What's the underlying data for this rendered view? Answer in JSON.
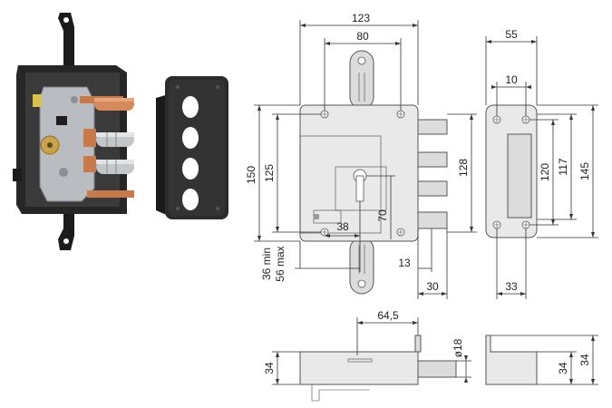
{
  "front_view": {
    "width_overall": "123",
    "width_inner": "80",
    "height_overall": "150",
    "height_inner": "125",
    "height_right": "128",
    "keyhole_height": "70",
    "keyhole_offset": "38",
    "backset_min": "36 min",
    "backset_max": "56 max",
    "bolt_gap": "13",
    "bolt_projection": "30"
  },
  "side_view": {
    "width": "55",
    "hole_offset": "10",
    "height_a": "120",
    "height_b": "117",
    "height_c": "145",
    "bottom_width": "33"
  },
  "bottom_view": {
    "depth_left": "34",
    "bolt_distance": "64,5",
    "bolt_diameter": "ø18",
    "depth_right_a": "34",
    "depth_right_b": "34"
  },
  "colors": {
    "lock_case": "#2b2b2b",
    "bolts_copper": "#c87a4a",
    "steel": "#b9bcc0",
    "drawing_fill": "#e9e9e9"
  }
}
